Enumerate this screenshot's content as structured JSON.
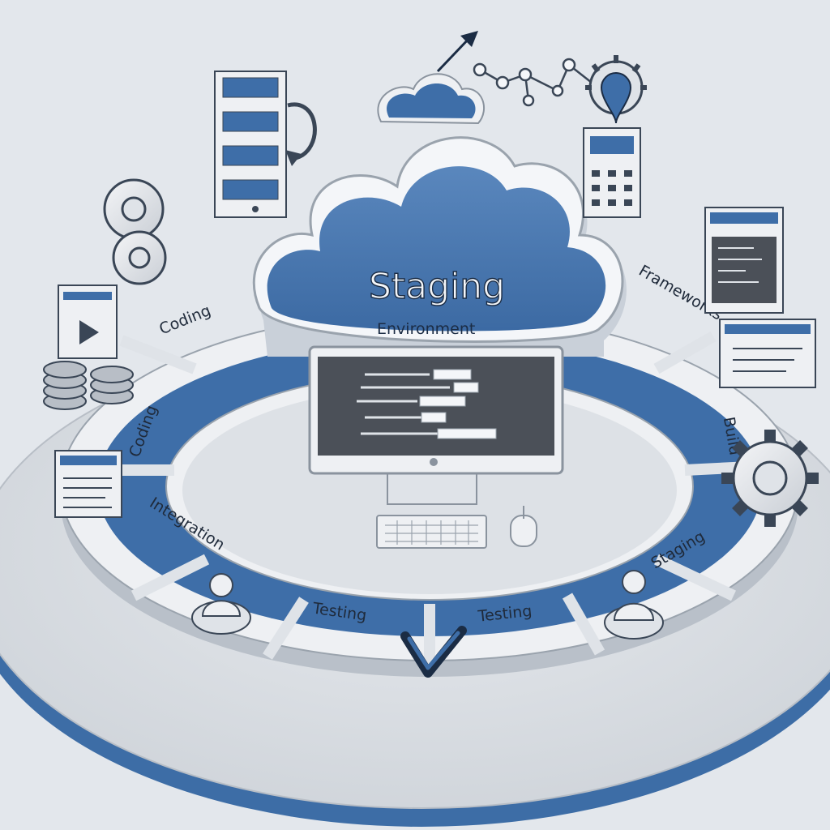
{
  "colors": {
    "background": "#e3e7ec",
    "platform": "#d9dde2",
    "platform_rim": "#3d6da6",
    "ring_blue": "#3e6ea8",
    "ring_light": "#eef0f3",
    "cloud_blue": "#4a78b0",
    "dark": "#1b2c44",
    "screen": "#4b5058"
  },
  "center": {
    "title": "Staging",
    "subtitle": "Environment"
  },
  "ring": {
    "segments": [
      {
        "label": "Coding"
      },
      {
        "label": "Coding"
      },
      {
        "label": "Integration"
      },
      {
        "label": "Testing"
      },
      {
        "label": "Testing"
      },
      {
        "label": "Staging"
      },
      {
        "label": "Build"
      },
      {
        "label": "Frameworks"
      }
    ]
  },
  "icons": [
    "cloud-icon",
    "upload-arrow-icon",
    "network-nodes-icon",
    "location-pin-gear-icon",
    "server-rack-icon",
    "refresh-arrow-icon",
    "gears-icon",
    "video-window-icon",
    "coin-stack-icon",
    "document-window-icon",
    "code-window-icon",
    "calculator-device-icon",
    "browser-window-icon",
    "gear-icon",
    "checkmark-icon",
    "user-figure-icon",
    "monitor-icon",
    "keyboard-icon",
    "mouse-icon"
  ]
}
